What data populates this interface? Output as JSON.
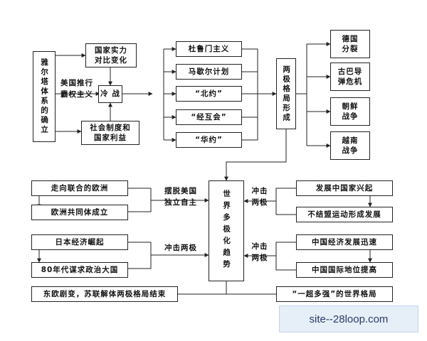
{
  "nodes": {
    "yalta": "雅尔塔体系的确立",
    "national_power": "国家实力\n对比变化",
    "cold_war": "冷 战",
    "social_system": "社会制度和\n国家利益",
    "truman": "杜鲁门主义",
    "marshall": "马歇尔计划",
    "nato": "“北约”",
    "comecon": "“经互会”",
    "warsaw": "“华约”",
    "bipolar": "两极格局形成",
    "germany_split": "德国\n分裂",
    "cuba_crisis": "古巴导\n弹危机",
    "korea_war": "朝鲜\n战争",
    "vietnam_war": "越南\n战争",
    "multipolar": "世界多极化趋势",
    "europe_unite": "走向联合的欧洲",
    "ec_founded": "欧洲共同体成立",
    "japan_rise": "日本经济崛起",
    "japan_80s": "80年代谋求政治大国",
    "developing_rise": "发展中国家兴起",
    "nonaligned": "不结盟运动形成发展",
    "china_econ": "中国经济发展迅速",
    "china_status": "中国国际地位提高",
    "soviet_end": "东欧剧变，苏联解体两极格局结束",
    "one_super": "“一超多强”的世界格局"
  },
  "labels": {
    "us_hegemony": "美国推行\n霸权主义",
    "break_us": "摆脱美国\n独立自主",
    "impact_bipolar_japan": "冲击两极",
    "impact_bipolar_1": "冲击\n两极",
    "impact_bipolar_2": "冲击\n两极"
  },
  "watermark": "site--28loop.com"
}
